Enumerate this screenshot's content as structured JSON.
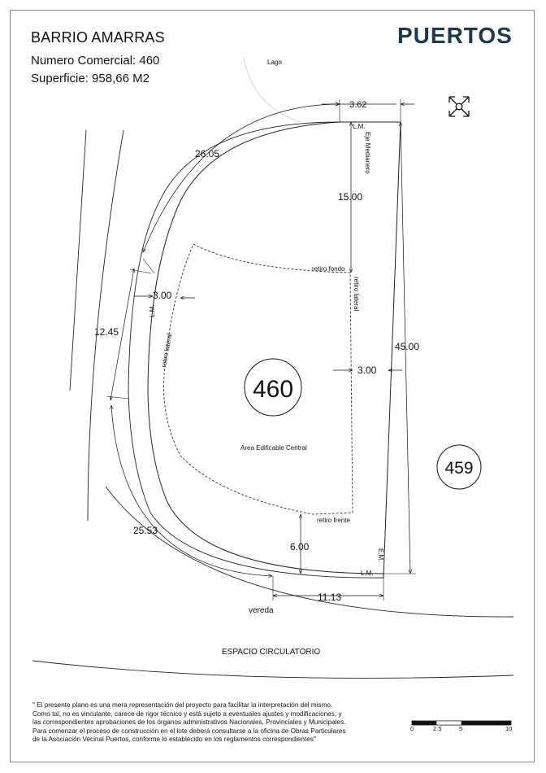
{
  "header": {
    "title": "BARRIO AMARRAS",
    "commercial_number": "Numero Comercial: 460",
    "surface": "Superficie: 958,66 M2",
    "brand": "PUERTOS"
  },
  "plan": {
    "lake_label": "Lago",
    "lot_number": "460",
    "neighbor_lot": "459",
    "central_area": "Area Edificable Central",
    "sidewalk": "vereda",
    "circulation": "ESPACIO CIRCULATORIO",
    "labels": {
      "lm_top": "L.M.",
      "lm_bottom": "L.M.",
      "lm_left": "L.M.",
      "eje_medianero": "Eje Medianero",
      "em": "E.M.",
      "retiro_fondo": "retiro fondo",
      "retiro_lateral_right": "retiro lateral",
      "retiro_lateral_left": "retiro lateral",
      "retiro_frente": "retiro frente"
    },
    "dimensions": {
      "top_width": "3.62",
      "arc_top": "26.05",
      "back_setback": "15.00",
      "left_setback": "3.00",
      "right_setback": "3.00",
      "left_straight": "12.45",
      "right_side": "45.00",
      "arc_bottom": "25.53",
      "front_setback": "6.00",
      "bottom_width": "11.13"
    }
  },
  "scale_bar": {
    "ticks": [
      "0",
      "2.5",
      "5",
      "10"
    ]
  },
  "disclaimer": {
    "lines": [
      "\" El presente plano es una mera representación del proyecto para facilitar la interpretación del mismo.",
      "Como tal, no es vinculante, carece de rigor técnico y está sujeto a eventuales ajustes y modificaciones, y",
      "las correspondientes aprobaciones de los órganos administrativos Nacionales, Provinciales y Municipales.",
      "Para comenzar el proceso de construcción en el lote deberá consultarse a la oficina de Obras Particulares",
      "de la Asociación Vecinal Puertos, conforme lo establecido en los reglamentos correspondientes\""
    ]
  }
}
